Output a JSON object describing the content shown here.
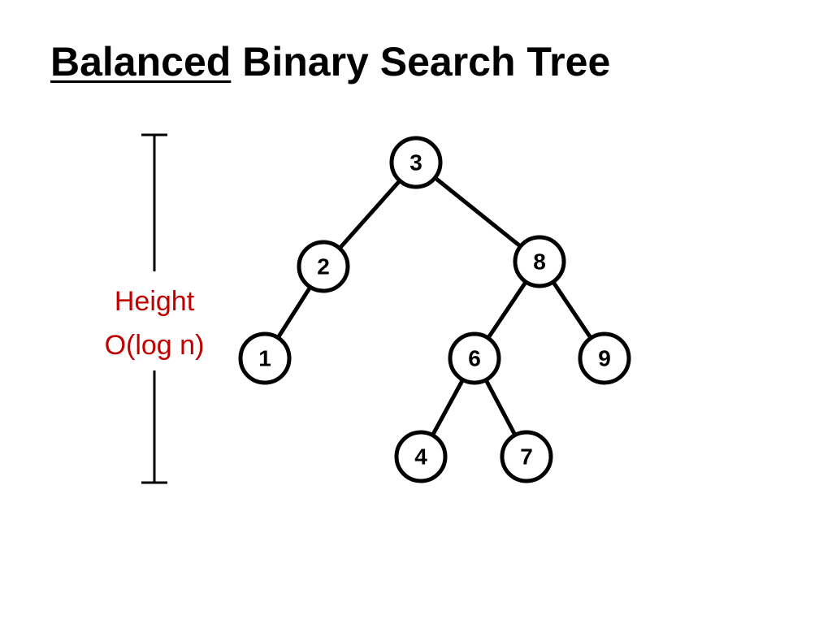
{
  "title": {
    "emphasis": "Balanced",
    "rest": " Binary Search Tree"
  },
  "height_label": {
    "line1": "Height",
    "line2": "O(log n)",
    "color": "#c00000"
  },
  "tree": {
    "nodes": [
      {
        "id": "n3",
        "label": "3"
      },
      {
        "id": "n2",
        "label": "2"
      },
      {
        "id": "n8",
        "label": "8"
      },
      {
        "id": "n1",
        "label": "1"
      },
      {
        "id": "n6",
        "label": "6"
      },
      {
        "id": "n9",
        "label": "9"
      },
      {
        "id": "n4",
        "label": "4"
      },
      {
        "id": "n7",
        "label": "7"
      }
    ],
    "edges": [
      {
        "from": "n3",
        "to": "n2"
      },
      {
        "from": "n3",
        "to": "n8"
      },
      {
        "from": "n2",
        "to": "n1"
      },
      {
        "from": "n8",
        "to": "n6"
      },
      {
        "from": "n8",
        "to": "n9"
      },
      {
        "from": "n6",
        "to": "n4"
      },
      {
        "from": "n6",
        "to": "n7"
      }
    ]
  }
}
